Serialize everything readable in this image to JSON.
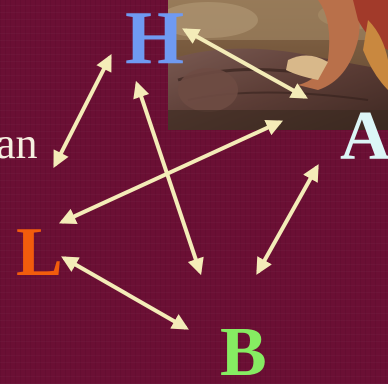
{
  "colors": {
    "background": "#6b0f34",
    "arrow": "#f4ecb8",
    "h": "#6f9af2",
    "a": "#dcf6f6",
    "l": "#f25c0c",
    "b": "#86ec62",
    "edge_text": "#f6f0e0"
  },
  "nodes": {
    "h": "H",
    "a": "A",
    "l": "L",
    "b": "B"
  },
  "edge_text": "an",
  "edges": [
    {
      "from": "H",
      "to": "A"
    },
    {
      "from": "H",
      "to": "L"
    },
    {
      "from": "H",
      "to": "B"
    },
    {
      "from": "A",
      "to": "L"
    },
    {
      "from": "A",
      "to": "B"
    },
    {
      "from": "L",
      "to": "B"
    }
  ]
}
